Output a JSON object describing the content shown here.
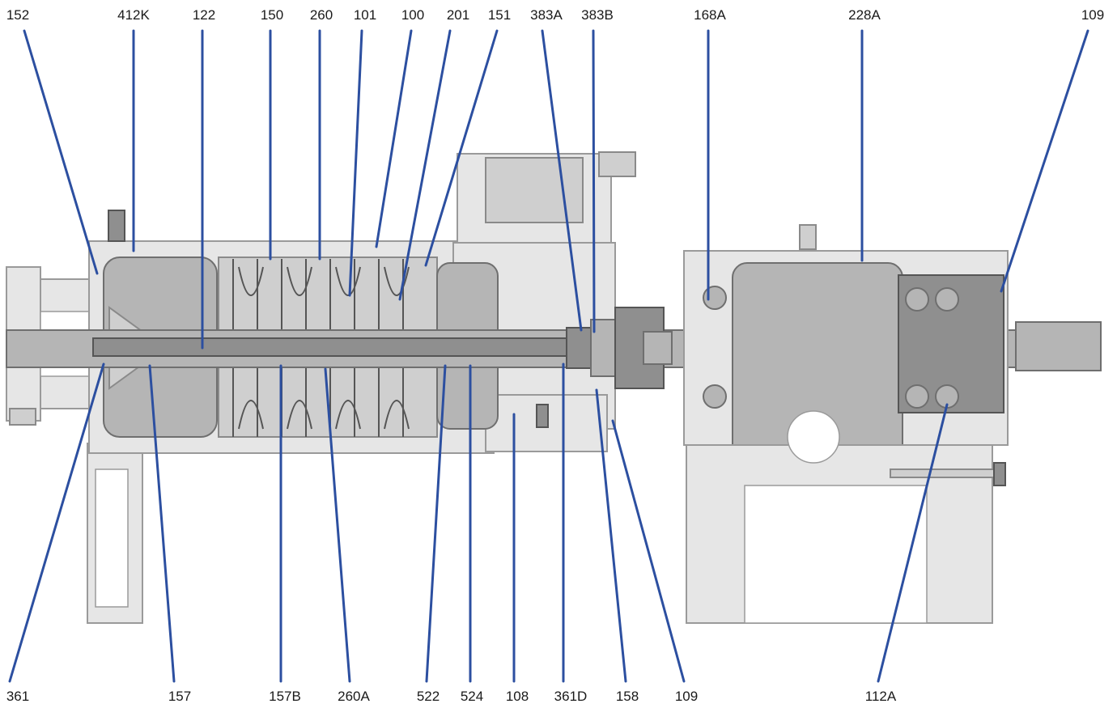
{
  "diagram": {
    "top_callouts": [
      "152",
      "412K",
      "122",
      "150",
      "260",
      "101",
      "100",
      "201",
      "151",
      "383A",
      "383B",
      "168A",
      "228A",
      "109"
    ],
    "bottom_callouts": [
      "361",
      "157",
      "157B",
      "260A",
      "522",
      "524",
      "108",
      "361D",
      "158",
      "109",
      "112A"
    ]
  },
  "colors": {
    "leader": "#2c4fa0",
    "casing": "#e6e6e6",
    "casing_dark": "#cfcfcf",
    "steel": "#b5b5b5",
    "steel_dark": "#8f8f8f",
    "outline": "#6f6f6f"
  }
}
